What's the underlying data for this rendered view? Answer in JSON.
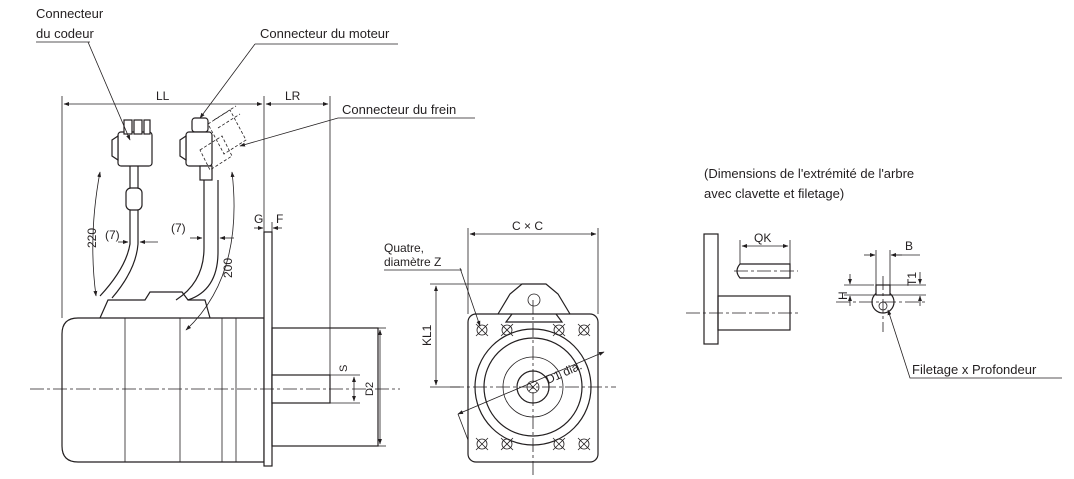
{
  "labels": {
    "encoder_connector_line1": "Connecteur",
    "encoder_connector_line2": "du codeur",
    "motor_connector": "Connecteur du moteur",
    "brake_connector": "Connecteur du frein",
    "shaft_end_title_line1": "(Dimensions de l'extrémité de l'arbre",
    "shaft_end_title_line2": "avec clavette et filetage)",
    "mount_holes_line1": "Quatre,",
    "mount_holes_line2": "diamètre Z",
    "tap_depth": "Filetage x Profondeur"
  },
  "dimensions": {
    "ll": "LL",
    "lr": "LR",
    "g": "G",
    "f": "F",
    "encoder_cable_length": "220",
    "motor_cable_length": "200",
    "encoder_cable_offset": "(7)",
    "motor_cable_offset": "(7)",
    "shaft_dia": "S",
    "flange_pilot": "D2",
    "flange_square": "C × C",
    "center_height": "KL1",
    "bolt_circle": "D1 dia.",
    "key_length": "QK",
    "key_width": "B",
    "key_height": "H",
    "key_depth": "T1"
  }
}
